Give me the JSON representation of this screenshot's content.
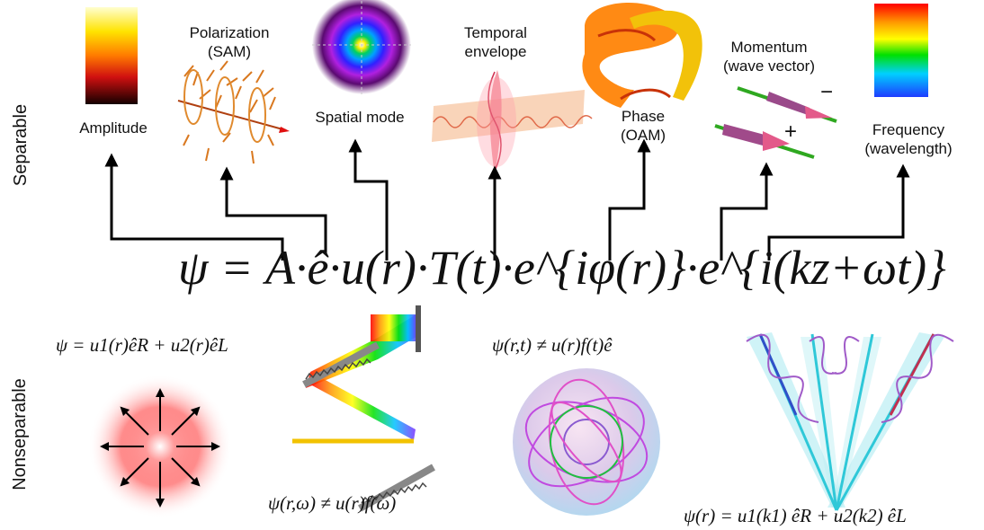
{
  "side_labels": {
    "top": "Separable",
    "bottom": "Nonseparable"
  },
  "properties": [
    {
      "name": "amplitude",
      "label": "Amplitude"
    },
    {
      "name": "polarization",
      "label": "Polarization\n(SAM)"
    },
    {
      "name": "spatial-mode",
      "label": "Spatial mode"
    },
    {
      "name": "temporal-envelope",
      "label": "Temporal\nenvelope"
    },
    {
      "name": "phase",
      "label": "Phase\n(OAM)"
    },
    {
      "name": "momentum",
      "label": "Momentum\n(wave vector)"
    },
    {
      "name": "frequency",
      "label": "Frequency\n(wavelength)"
    }
  ],
  "momentum_signs": {
    "minus": "−",
    "plus": "+"
  },
  "main_equation": "ψ = A·ê·u(r)·T(t)·e^{iφ(r)}·e^{i(kz+ωt)}",
  "nonseparable_equations": {
    "polarization": "ψ = u1(r)êR + u2(r)êL",
    "spatiotemporal": "ψ(r,t) ≠ u(r)f(t)ê",
    "spectral": "ψ(r,ω) ≠ u(r)f(ω)",
    "momentum": "ψ(r) = u1(k1) êR + u2(k2) êL"
  },
  "colors": {
    "arrow": "#000000",
    "orange": "#e0832a",
    "red_glow": "#ff3b3b",
    "purple": "#a05ac8",
    "cyan": "#2fc8d8",
    "yellow": "#f2c200"
  }
}
